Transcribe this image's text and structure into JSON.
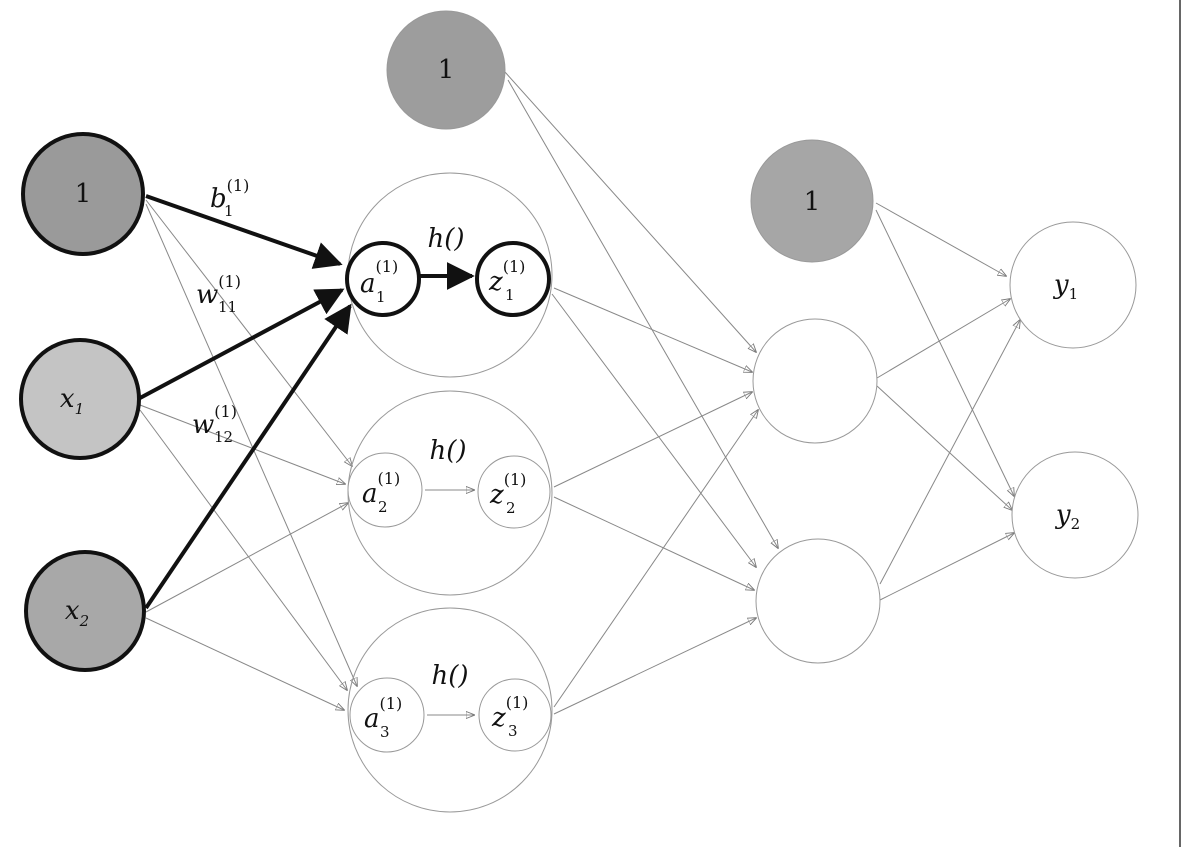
{
  "colors": {
    "background": "#ffffff",
    "dotted_shade": "#d6d6d6",
    "shaded_node": "#9a9a9a",
    "stroke_dark": "#111111",
    "stroke_light": "#8a8a8a"
  },
  "input_layer": {
    "bias": "1",
    "x1": {
      "base": "x",
      "sub": "1"
    },
    "x2": {
      "base": "x",
      "sub": "2"
    }
  },
  "hidden_layer": {
    "bias": "1",
    "activation": "h()",
    "units": [
      {
        "a_base": "a",
        "a_sub": "1",
        "a_sup": "(1)",
        "z_base": "z",
        "z_sub": "1",
        "z_sup": "(1)"
      },
      {
        "a_base": "a",
        "a_sub": "2",
        "a_sup": "(1)",
        "z_base": "z",
        "z_sub": "2",
        "z_sup": "(1)"
      },
      {
        "a_base": "a",
        "a_sub": "3",
        "a_sup": "(1)",
        "z_base": "z",
        "z_sub": "3",
        "z_sup": "(1)"
      }
    ]
  },
  "second_layer": {
    "bias": "1"
  },
  "output_layer": {
    "y1": {
      "base": "y",
      "sub": "1"
    },
    "y2": {
      "base": "y",
      "sub": "2"
    }
  },
  "weight_labels": {
    "b1": {
      "base": "b",
      "sub": "1",
      "sup": "(1)"
    },
    "w11": {
      "base": "w",
      "sub": "11",
      "sup": "(1)"
    },
    "w12": {
      "base": "w",
      "sub": "12",
      "sup": "(1)"
    }
  }
}
